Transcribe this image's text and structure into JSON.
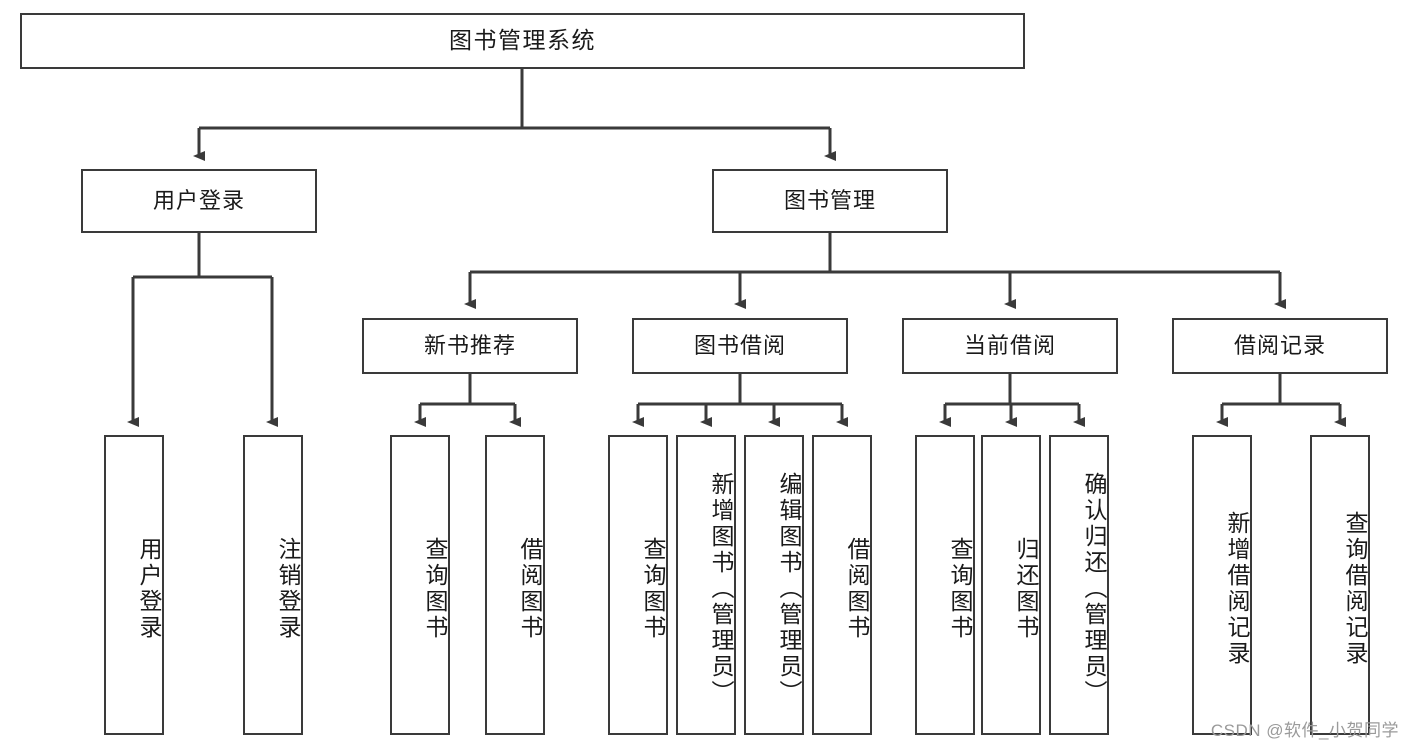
{
  "diagram": {
    "title": "图书管理系统",
    "watermark": "CSDN @软件_小贺同学",
    "colors": {
      "box_border": "#3a3a3a",
      "box_fill": "#ffffff",
      "connector": "#3a3a3a",
      "text": "#1a1a1a",
      "watermark": "#9a9a9a"
    },
    "root": {
      "label": "图书管理系统"
    },
    "level2": [
      {
        "label": "用户登录"
      },
      {
        "label": "图书管理"
      }
    ],
    "level3": [
      {
        "label": "新书推荐"
      },
      {
        "label": "图书借阅"
      },
      {
        "label": "当前借阅"
      },
      {
        "label": "借阅记录"
      }
    ],
    "leaves": {
      "user_login": [
        {
          "label": "用户登录"
        },
        {
          "label": "注销登录"
        }
      ],
      "new_book": [
        {
          "label": "查询图书"
        },
        {
          "label": "借阅图书"
        }
      ],
      "book_borrow": [
        {
          "label": "查询图书"
        },
        {
          "label": "新增图书（管理员）"
        },
        {
          "label": "编辑图书（管理员）"
        },
        {
          "label": "借阅图书"
        }
      ],
      "current_borrow": [
        {
          "label": "查询图书"
        },
        {
          "label": "归还图书"
        },
        {
          "label": "确认归还（管理员）"
        }
      ],
      "borrow_record": [
        {
          "label": "新增借阅记录"
        },
        {
          "label": "查询借阅记录"
        }
      ]
    }
  }
}
